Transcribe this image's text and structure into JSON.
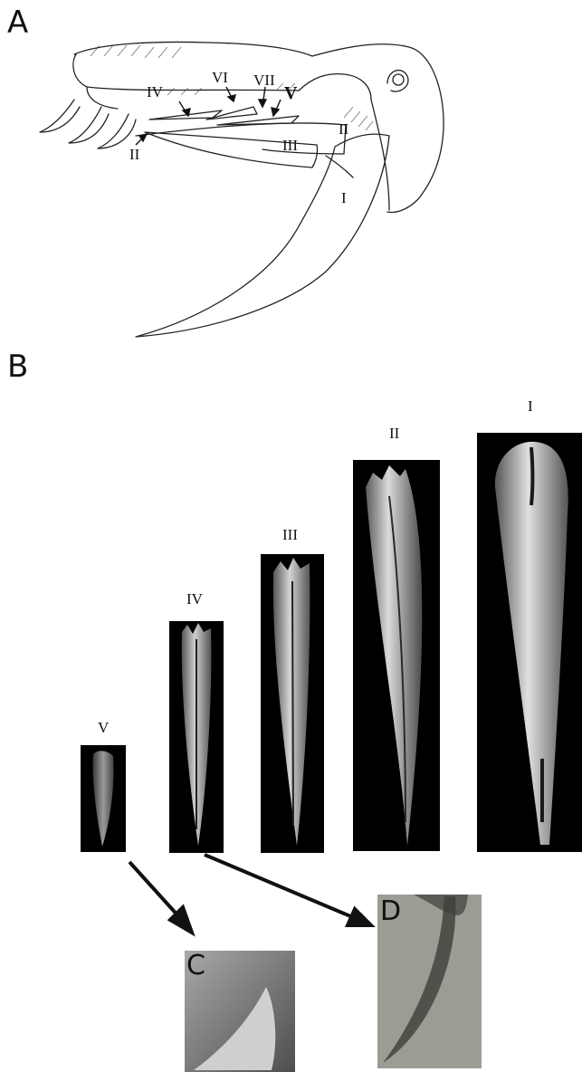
{
  "panels": {
    "a": {
      "letter": "A"
    },
    "b": {
      "letter": "B"
    },
    "c": {
      "letter": "C"
    },
    "d": {
      "letter": "D"
    }
  },
  "drawing_labels": {
    "fang_I": "I",
    "fang_II_upper": "II",
    "fang_II_lower": "II",
    "fang_III": "III",
    "fang_IV": "IV",
    "fang_V": "V",
    "fang_VI": "VI",
    "fang_VII": "VII"
  },
  "sem_labels": {
    "I": "I",
    "II": "II",
    "III": "III",
    "IV": "IV",
    "V": "V"
  }
}
